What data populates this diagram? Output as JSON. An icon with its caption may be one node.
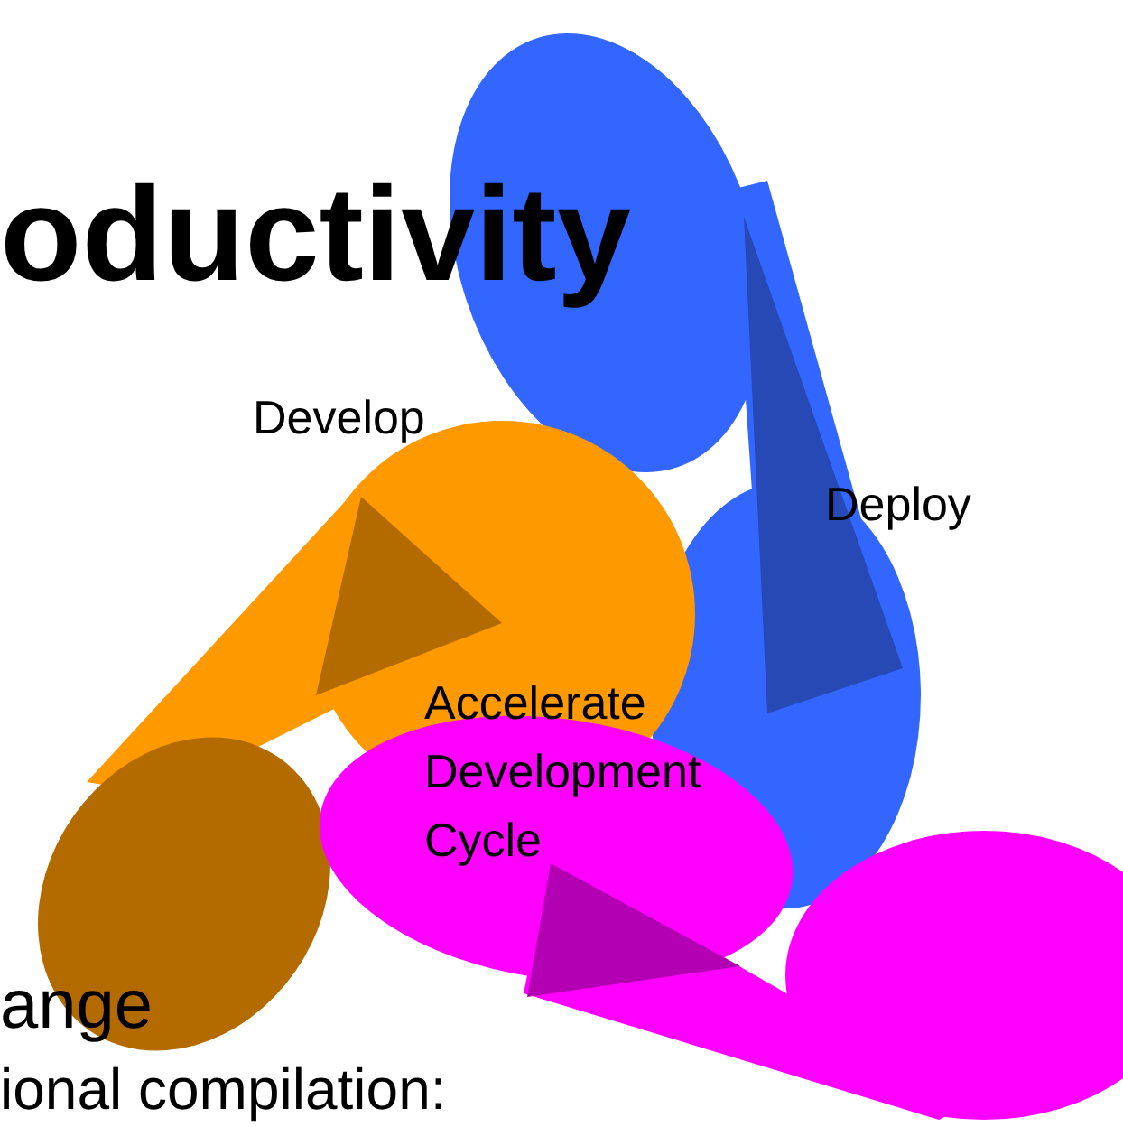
{
  "diagram": {
    "title": "oductivity",
    "labels": [
      "Develop",
      "Deploy",
      "Accelerate Development Cycle",
      "ange",
      "ional compilation:"
    ]
  }
}
